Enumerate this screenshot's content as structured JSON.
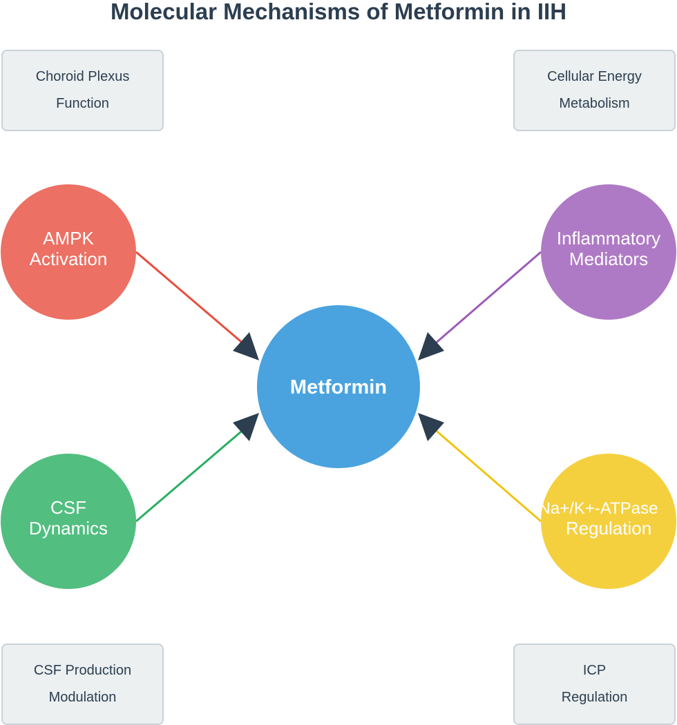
{
  "title": "Molecular Mechanisms of Metformin in IIH",
  "center": {
    "label": "Metformin",
    "color": "#4aa3df"
  },
  "nodes": [
    {
      "id": "ampk",
      "lines": [
        "AMPK",
        "Activation"
      ],
      "color": "#ec7063",
      "arrow_color": "#e74c3c"
    },
    {
      "id": "inflammatory",
      "lines": [
        "Inflammatory",
        "Mediators"
      ],
      "color": "#af7ac5",
      "arrow_color": "#9b59b6"
    },
    {
      "id": "csf",
      "lines": [
        "CSF",
        "Dynamics"
      ],
      "color": "#52be80",
      "arrow_color": "#27ae60"
    },
    {
      "id": "atpase",
      "lines": [
        "Na+/K+-ATPase",
        "Regulation"
      ],
      "color": "#f4d03f",
      "arrow_color": "#f1c40f"
    }
  ],
  "boxes": {
    "top_left": [
      "Choroid Plexus",
      "Function"
    ],
    "top_right": [
      "Cellular Energy",
      "Metabolism"
    ],
    "bottom_left": [
      "CSF Production",
      "Modulation"
    ],
    "bottom_right": [
      "ICP",
      "Regulation"
    ]
  },
  "colors": {
    "title": "#2c3e50",
    "arrowhead": "#2c3e50",
    "box_bg": "#ecf0f1",
    "box_border": "#c9d2d8"
  }
}
